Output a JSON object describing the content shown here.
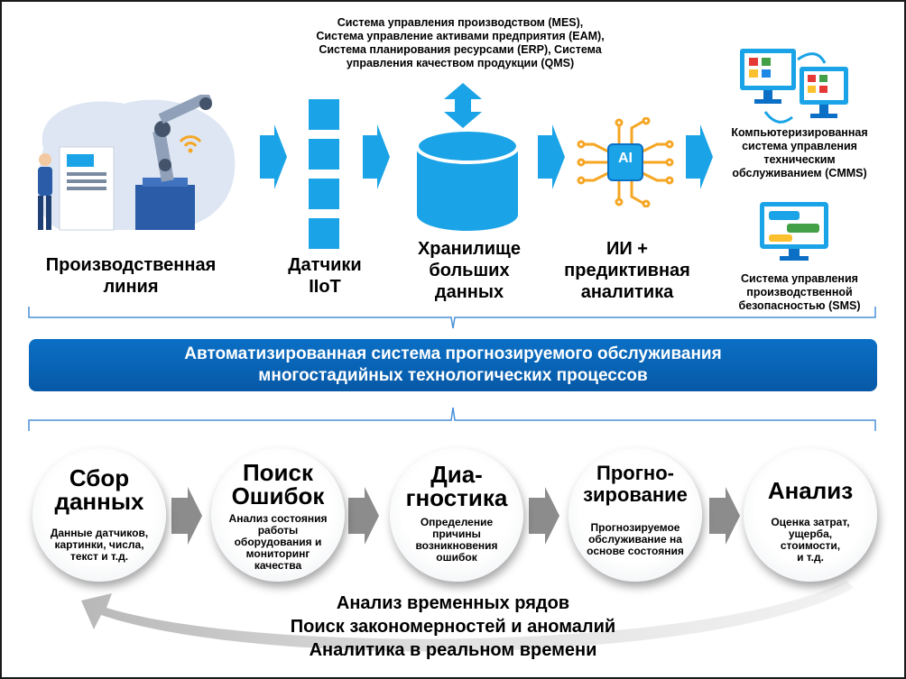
{
  "top_systems_text": [
    "Система управления производством (MES),",
    "Система управление активами предприятия (EAM),",
    "Система  планирования ресурсами (ERP), Система",
    "управления качеством продукции (QMS)"
  ],
  "stages": [
    {
      "label_lines": [
        "Производственная",
        "линия"
      ]
    },
    {
      "label_lines": [
        "Датчики",
        "IIoT"
      ]
    },
    {
      "label_lines": [
        "Хранилище",
        "больших",
        "данных"
      ]
    },
    {
      "label_lines": [
        "ИИ +",
        "предиктивная",
        "аналитика"
      ]
    }
  ],
  "right_systems": {
    "cmms_lines": [
      "Компьютеризированная",
      "система управления",
      "техническим",
      "обслуживанием (CMMS)"
    ],
    "sms_lines": [
      "Система управления",
      "производственной",
      "безопасностью (SMS)"
    ]
  },
  "ai_chip_text": "AI",
  "banner_lines": [
    "Автоматизированная система прогнозируемого обслуживания",
    "многостадийных технологических процессов"
  ],
  "steps": [
    {
      "title_lines": [
        "Сбор",
        "данных"
      ],
      "desc_lines": [
        "Данные датчиков,",
        "картинки, числа,",
        "текст и т.д."
      ]
    },
    {
      "title_lines": [
        "Поиск",
        "Ошибок"
      ],
      "desc_lines": [
        "Анализ состояния",
        "работы",
        "оборудования и",
        "мониторинг",
        "качества"
      ]
    },
    {
      "title_lines": [
        "Диа-",
        "гностика"
      ],
      "desc_lines": [
        "Определение",
        "причины",
        "возникновения",
        "ошибок"
      ]
    },
    {
      "title_lines": [
        "Прогно-",
        "зирование"
      ],
      "desc_lines": [
        "Прогнозируемое",
        "обслуживание на",
        "основе состояния"
      ]
    },
    {
      "title_lines": [
        "Анализ"
      ],
      "desc_lines": [
        "Оценка затрат,",
        "ущерба,",
        "стоимости,",
        "и т.д."
      ]
    }
  ],
  "bottom_lines": [
    "Анализ временных рядов",
    "Поиск закономерностей и аномалий",
    "Аналитика в реальном времени"
  ],
  "colors": {
    "accent_blue": "#1aa3e6",
    "banner_blue": "#0a6fc5",
    "ai_orange": "#f5a623",
    "gray_arrow": "#8c8c8c"
  },
  "icons": [
    "factory-robot-icon",
    "database-cylinder-icon",
    "ai-chip-icon",
    "computer-screens-icon",
    "chat-screen-icon",
    "wifi-icon"
  ]
}
